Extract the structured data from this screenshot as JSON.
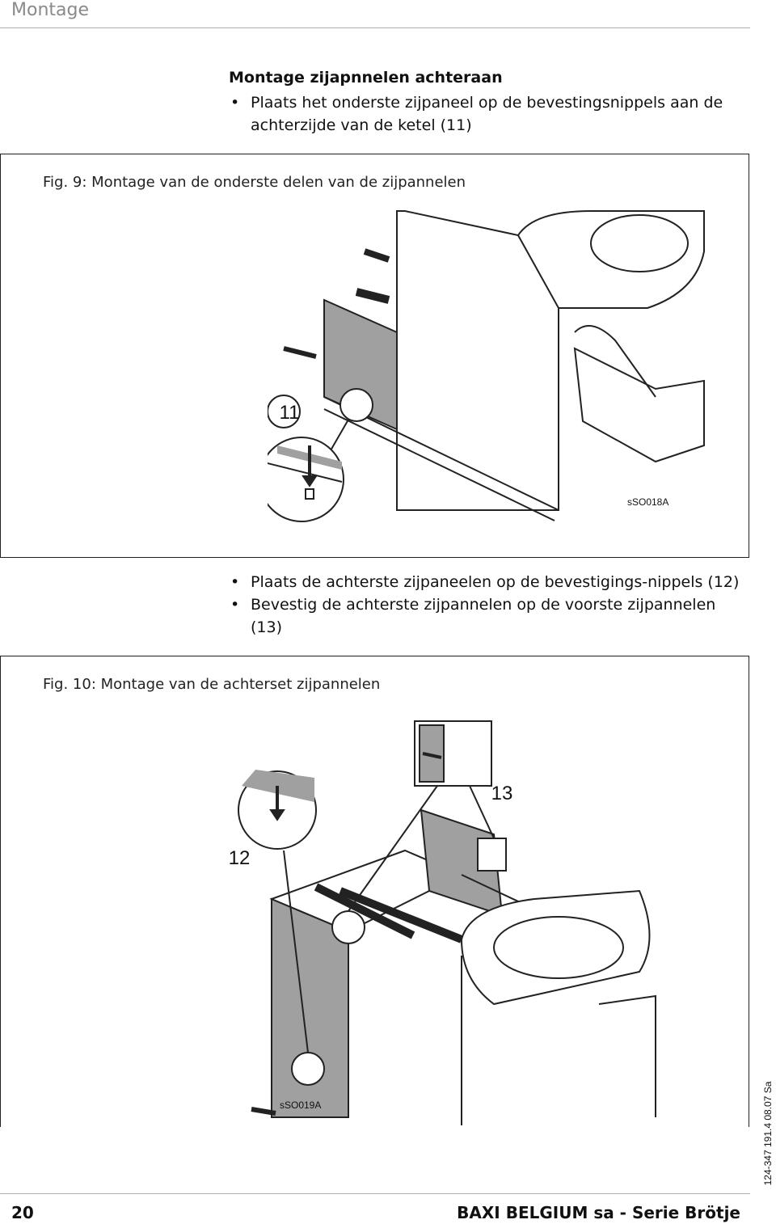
{
  "header": {
    "title": "Montage"
  },
  "section": {
    "heading": "Montage zijapnnelen achteraan",
    "bullets_top": [
      "Plaats het onderste zijpaneel op de bevestingsnippels aan de achterzijde van de ketel (11)"
    ],
    "bullets_middle": [
      "Plaats de achterste zijpaneelen op de bevestigings-nippels (12)",
      "Bevestig de achterste zijpannelen op de voorste zijpannelen (13)"
    ]
  },
  "figures": [
    {
      "caption": "Fig. 9: Montage van de onderste delen van de zijpannelen",
      "callouts": [
        "11"
      ],
      "code": "sSO018A"
    },
    {
      "caption": "Fig. 10: Montage van de achterset zijpannelen",
      "callouts": [
        "12",
        "13"
      ],
      "code": "sSO019A"
    }
  ],
  "side_code": "124-347 191.4 08.07 Sa",
  "footer": {
    "page_number": "20",
    "brand": "BAXI BELGIUM sa - Serie Brötje"
  }
}
